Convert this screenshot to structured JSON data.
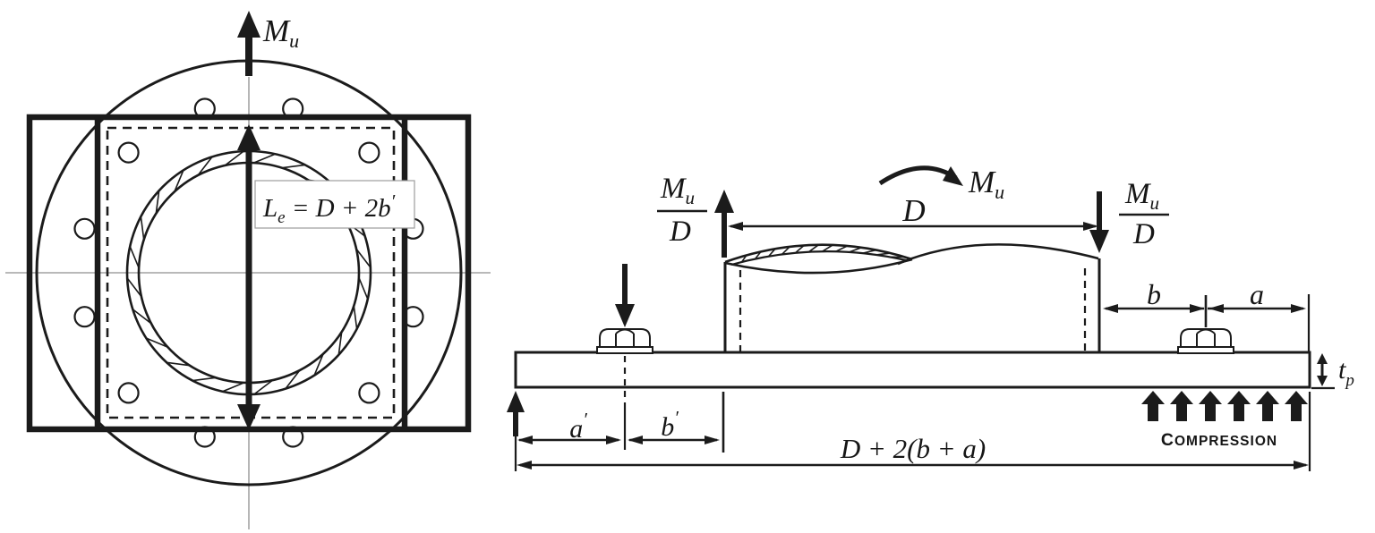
{
  "colors": {
    "ink": "#1b1b1b",
    "centerline": "#8f8f8f",
    "box_border": "#9c9c9c",
    "background": "#ffffff"
  },
  "plan_view": {
    "moment_label": {
      "sym": "M",
      "sub": "u"
    },
    "effective_length_label": {
      "sym": "L",
      "sub": "e",
      "rest": " = D + 2b",
      "prime": "′"
    }
  },
  "elevation_view": {
    "left_force": {
      "num": "M",
      "num_sub": "u",
      "den": "D"
    },
    "moment_label": {
      "sym": "M",
      "sub": "u"
    },
    "diameter_label": "D",
    "right_force": {
      "num": "M",
      "num_sub": "u",
      "den": "D"
    },
    "dim_b": "b",
    "dim_a": "a",
    "thickness_label": {
      "sym": "t",
      "sub": "p"
    },
    "dim_a_prime": {
      "sym": "a",
      "prime": "′"
    },
    "dim_b_prime": {
      "sym": "b",
      "prime": "′"
    },
    "total_width_label": "D + 2(b + a)",
    "compression_label": {
      "first": "C",
      "rest": "OMPRESSION"
    }
  }
}
